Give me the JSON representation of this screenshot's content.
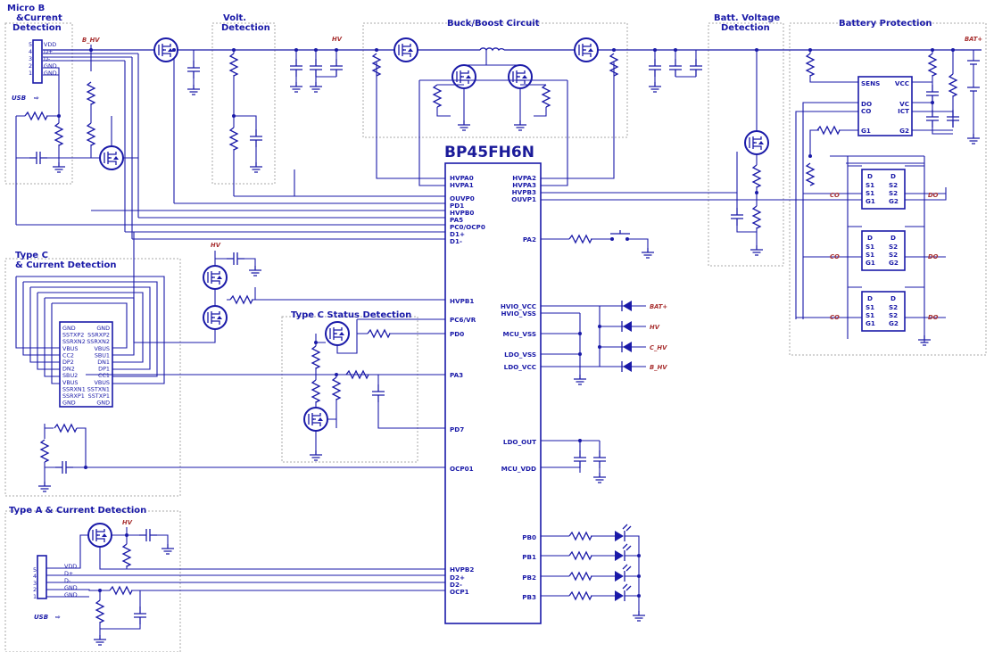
{
  "sections": {
    "micro_b": [
      "Micro B",
      "&Current",
      "Detection"
    ],
    "volt": [
      "Volt.",
      "Detection"
    ],
    "buck": "Buck/Boost Circuit",
    "batt_volt": [
      "Batt. Voltage",
      "Detection"
    ],
    "batt_prot": "Battery Protection",
    "type_c": [
      "Type C",
      "& Current Detection"
    ],
    "type_c_status": "Type C Status Detection",
    "type_a": "Type A & Current Detection"
  },
  "chip": {
    "name": "BP45FH6N",
    "left_pins_top": [
      "OUVP0",
      "PD1",
      "HVPB0",
      "PA5",
      "PC0/OCP0",
      "D1+",
      "D1-"
    ],
    "hvpa_left": [
      "HVPA0",
      "HVPA1"
    ],
    "hvpa_right": [
      "HVPA2",
      "HVPA3",
      "HVPB3",
      "OUVP1"
    ],
    "left_pins_mid": [
      "HVPB1",
      "PC6/VR",
      "PD0",
      "PA3",
      "PD7",
      "OCP01"
    ],
    "left_pins_bottom": [
      "HVPB2",
      "D2+",
      "D2-",
      "OCP1"
    ],
    "right_pins": [
      "PA2",
      "HVIO_VCC",
      "HVIO_VSS",
      "MCU_VSS",
      "LDO_VSS",
      "LDO_VCC",
      "LDO_OUT",
      "MCU_VDD",
      "PB0",
      "PB1",
      "PB2",
      "PB3"
    ]
  },
  "nets": {
    "b_hv": "B_HV",
    "hv": "HV",
    "bat_plus": "BAT+",
    "c_hv": "C_HV",
    "co": "CO",
    "do": "DO"
  },
  "usb_label": "USB",
  "micro_b_pins": {
    "numbers": [
      "5",
      "4",
      "3",
      "2",
      "1"
    ],
    "names": [
      "VDD",
      "D+",
      "D-",
      "GND",
      "GND"
    ]
  },
  "type_a_pins": {
    "numbers": [
      "5",
      "4",
      "3",
      "2",
      "1"
    ],
    "names": [
      "VDD",
      "D+",
      "D-",
      "GND",
      "GND"
    ]
  },
  "type_c_connector": {
    "left": [
      "GND",
      "SSTXP2",
      "SSRXN2",
      "VBUS",
      "CC2",
      "DP2",
      "DN2",
      "SBU2",
      "VBUS",
      "SSRXN1",
      "SSRXP1",
      "GND"
    ],
    "right": [
      "GND",
      "SSRXP2",
      "SSRXN2",
      "VBUS",
      "SBU1",
      "DN1",
      "DP1",
      "CC1",
      "VBUS",
      "SSTXN1",
      "SSTXP1",
      "GND"
    ]
  },
  "protection_ic": {
    "left": [
      "SENS",
      "DO",
      "CO",
      "G1"
    ],
    "right": [
      "VCC",
      "VC",
      "ICT",
      "G2"
    ]
  },
  "mosfet_pins": {
    "top": [
      "D",
      "D"
    ],
    "rows": [
      [
        "S1",
        "S2"
      ],
      [
        "S1",
        "S2"
      ],
      [
        "G1",
        "G2"
      ]
    ]
  }
}
